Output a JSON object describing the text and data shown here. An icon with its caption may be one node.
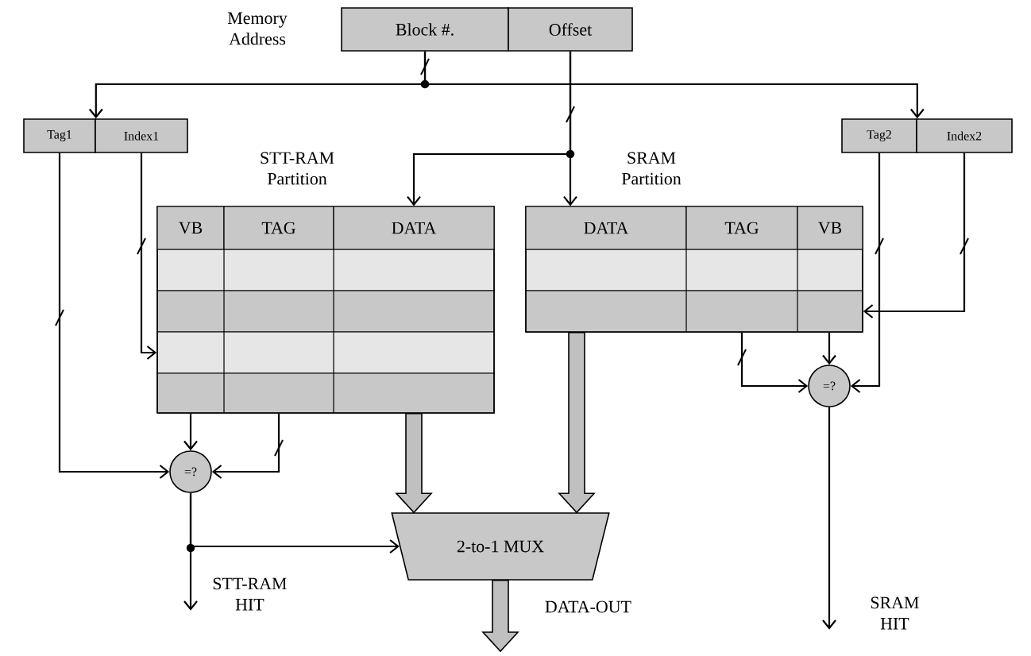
{
  "diagram": {
    "nodes": [
      {
        "text": [
          "Block #."
        ]
      },
      {
        "text": [
          "Offset"
        ]
      },
      {
        "text": [
          "Tag1"
        ]
      },
      {
        "text": [
          "Index1"
        ]
      },
      {
        "text": [
          "Tag2"
        ]
      },
      {
        "text": [
          "Index2"
        ]
      },
      {
        "text": [
          "STT-RAM Partition"
        ]
      },
      {
        "text": [
          "VB"
        ],
        "in": 6
      },
      {
        "text": [
          "TAG"
        ],
        "in": 6
      },
      {
        "text": [
          "DATA"
        ],
        "in": 6
      },
      {
        "text": [
          "SRAM Partition"
        ]
      },
      {
        "text": [
          "DATA"
        ],
        "in": 10
      },
      {
        "text": [
          "TAG"
        ],
        "in": 10
      },
      {
        "text": [
          "VB"
        ],
        "in": 10
      },
      {
        "text": [
          "=?"
        ]
      },
      {
        "text": [
          "=?"
        ]
      },
      {
        "text": [
          "2-to-1 MUX"
        ]
      },
      {
        "text": [
          "STT-RAM HIT"
        ]
      },
      {
        "text": [
          "DATA-OUT"
        ]
      },
      {
        "text": [
          "SRAM HIT"
        ]
      }
    ],
    "edges": [
      {
        "from": 0,
        "to": 2,
        "arrow": "to"
      },
      {
        "from": 0,
        "to": 4,
        "arrow": "to"
      },
      {
        "from": 1,
        "to": 11,
        "arrow": "to"
      },
      {
        "from": 1,
        "to": 9,
        "arrow": "to"
      },
      {
        "from": 2,
        "to": 14,
        "arrow": "to"
      },
      {
        "from": 3,
        "to": 6,
        "arrow": "to"
      },
      {
        "from": 6,
        "to": 14,
        "arrow": "to"
      },
      {
        "from": 6,
        "to": 14,
        "arrow": "to"
      },
      {
        "from": 6,
        "to": 16,
        "arrow": "to",
        "style": "thick",
        "color": "#c0c0c0"
      },
      {
        "from": 10,
        "to": 16,
        "arrow": "to",
        "style": "thick",
        "color": "#c0c0c0"
      },
      {
        "from": 16,
        "to": 18,
        "arrow": "to",
        "style": "thick",
        "color": "#c0c0c0"
      },
      {
        "from": 14,
        "to": 16,
        "arrow": "to"
      },
      {
        "from": 14,
        "to": 17,
        "arrow": "to"
      },
      {
        "from": 4,
        "to": 15,
        "arrow": "to"
      },
      {
        "from": 5,
        "to": 10,
        "arrow": "to"
      },
      {
        "from": 10,
        "to": 15,
        "arrow": "to"
      },
      {
        "from": 10,
        "to": 15,
        "arrow": "to"
      },
      {
        "from": 15,
        "to": 19,
        "arrow": "to"
      }
    ],
    "labels": [
      "Memory Address"
    ]
  }
}
